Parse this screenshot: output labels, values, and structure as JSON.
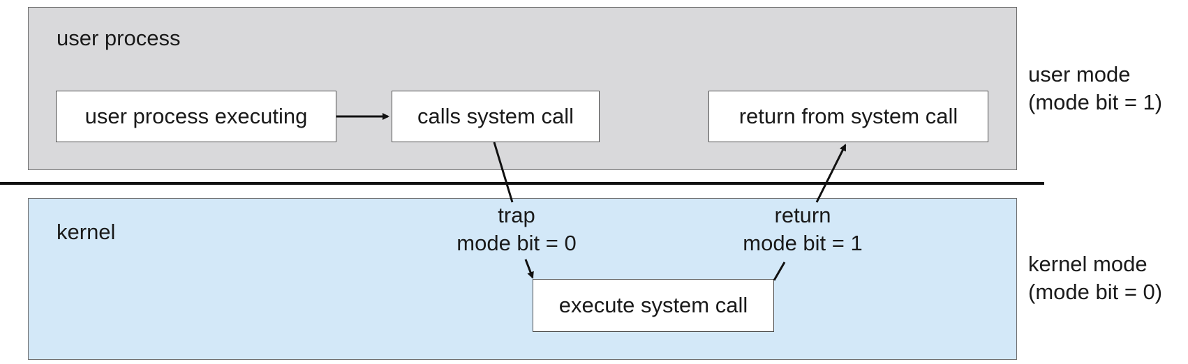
{
  "user_region": {
    "title": "user process",
    "boxes": {
      "executing": "user process executing",
      "calls": "calls system call",
      "return_from": "return from system call"
    }
  },
  "kernel_region": {
    "title": "kernel",
    "box": "execute system call",
    "trap_label": [
      "trap",
      "mode bit = 0"
    ],
    "return_label": [
      "return",
      "mode bit = 1"
    ]
  },
  "mode_labels": {
    "user": [
      "user mode",
      "(mode bit = 1)"
    ],
    "kernel": [
      "kernel mode",
      "(mode bit = 0)"
    ]
  },
  "colors": {
    "user_region_fill": "#d9d9db",
    "kernel_region_fill": "#d3e8f8",
    "line": "#111111"
  }
}
